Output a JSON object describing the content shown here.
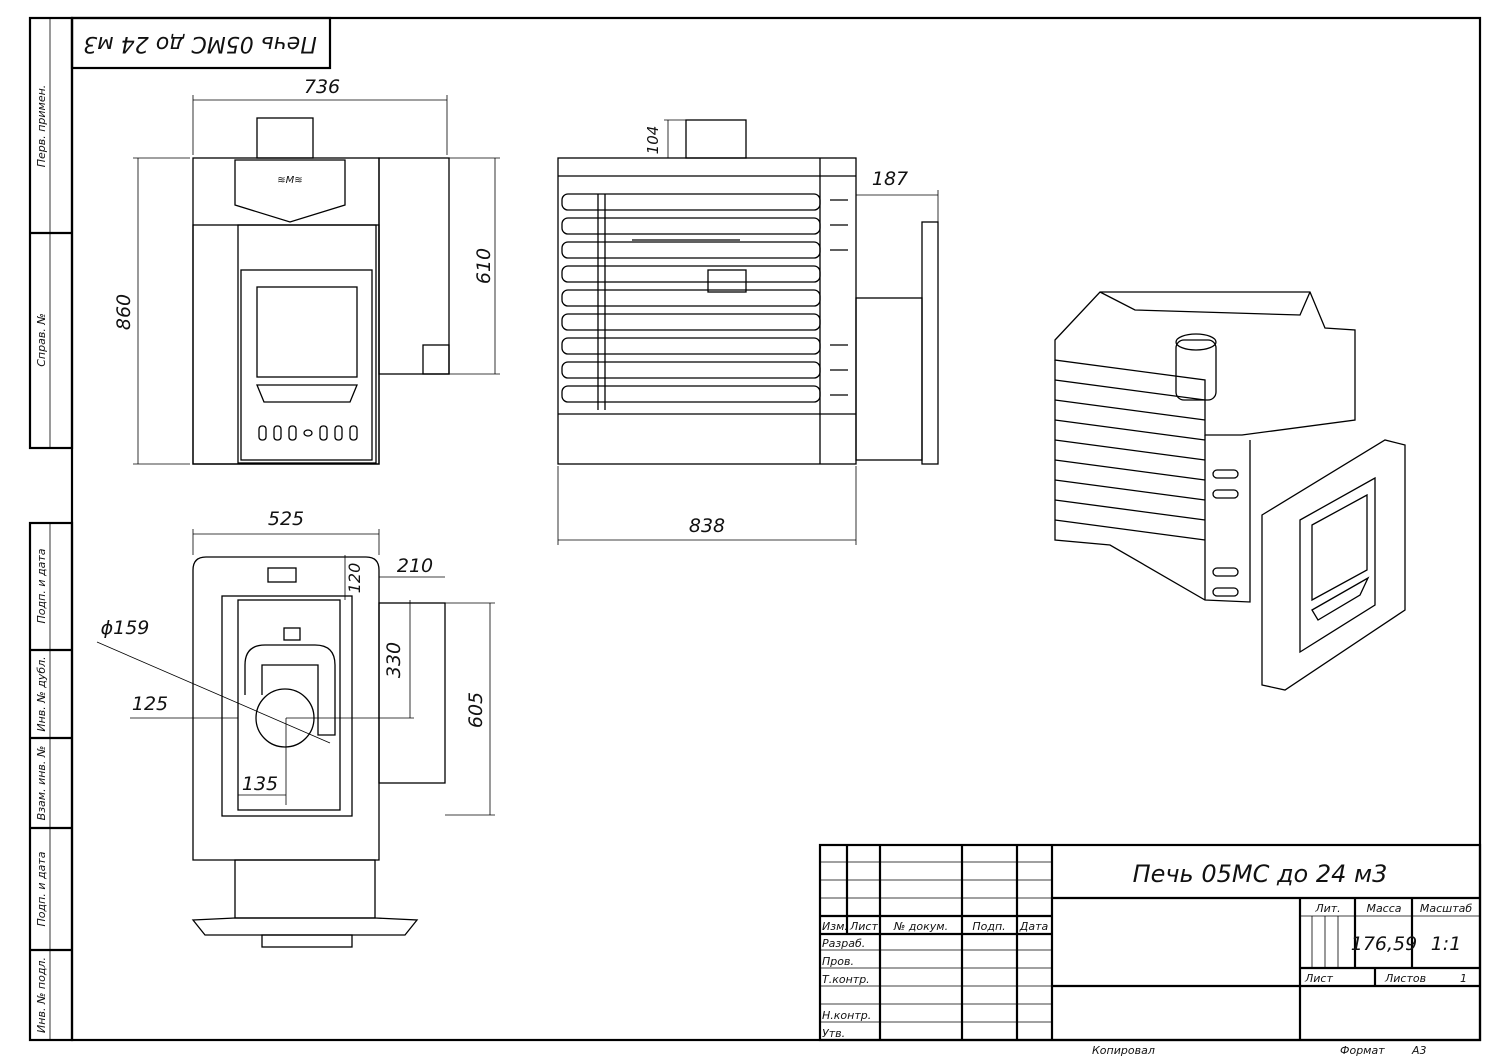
{
  "title": "Печь 05МС до 24 м3",
  "title_mirrored": "Печь 05МС до 24 м3",
  "sidebar": {
    "labels": [
      "Перв. примен.",
      "Справ. №",
      "Подп. и дата",
      "Инв. № дубл.",
      "Взам. инв. №",
      "Подп. и дата",
      "Инв. № подл."
    ]
  },
  "dimensions": {
    "front_width": "736",
    "front_height": "860",
    "front_side": "610",
    "side_chimney": "104",
    "side_door": "187",
    "side_length": "838",
    "top_width": "525",
    "top_120": "120",
    "top_210": "210",
    "top_diam": "ϕ159",
    "top_125": "125",
    "top_330": "330",
    "top_605": "605",
    "top_135": "135"
  },
  "title_block": {
    "headers": [
      "Изм.",
      "Лист",
      "№ докум.",
      "Подп.",
      "Дата"
    ],
    "roles": [
      "Разраб.",
      "Пров.",
      "Т.контр.",
      "",
      "Н.контр.",
      "Утв."
    ],
    "lit_label": "Лит.",
    "mass_label": "Масса",
    "scale_label": "Масштаб",
    "mass": "176,59",
    "scale": "1:1",
    "sheet_label": "Лист",
    "sheets_label": "Листов",
    "sheets": "1",
    "copied_label": "Копировал",
    "format_label": "Формат",
    "format": "А3"
  }
}
